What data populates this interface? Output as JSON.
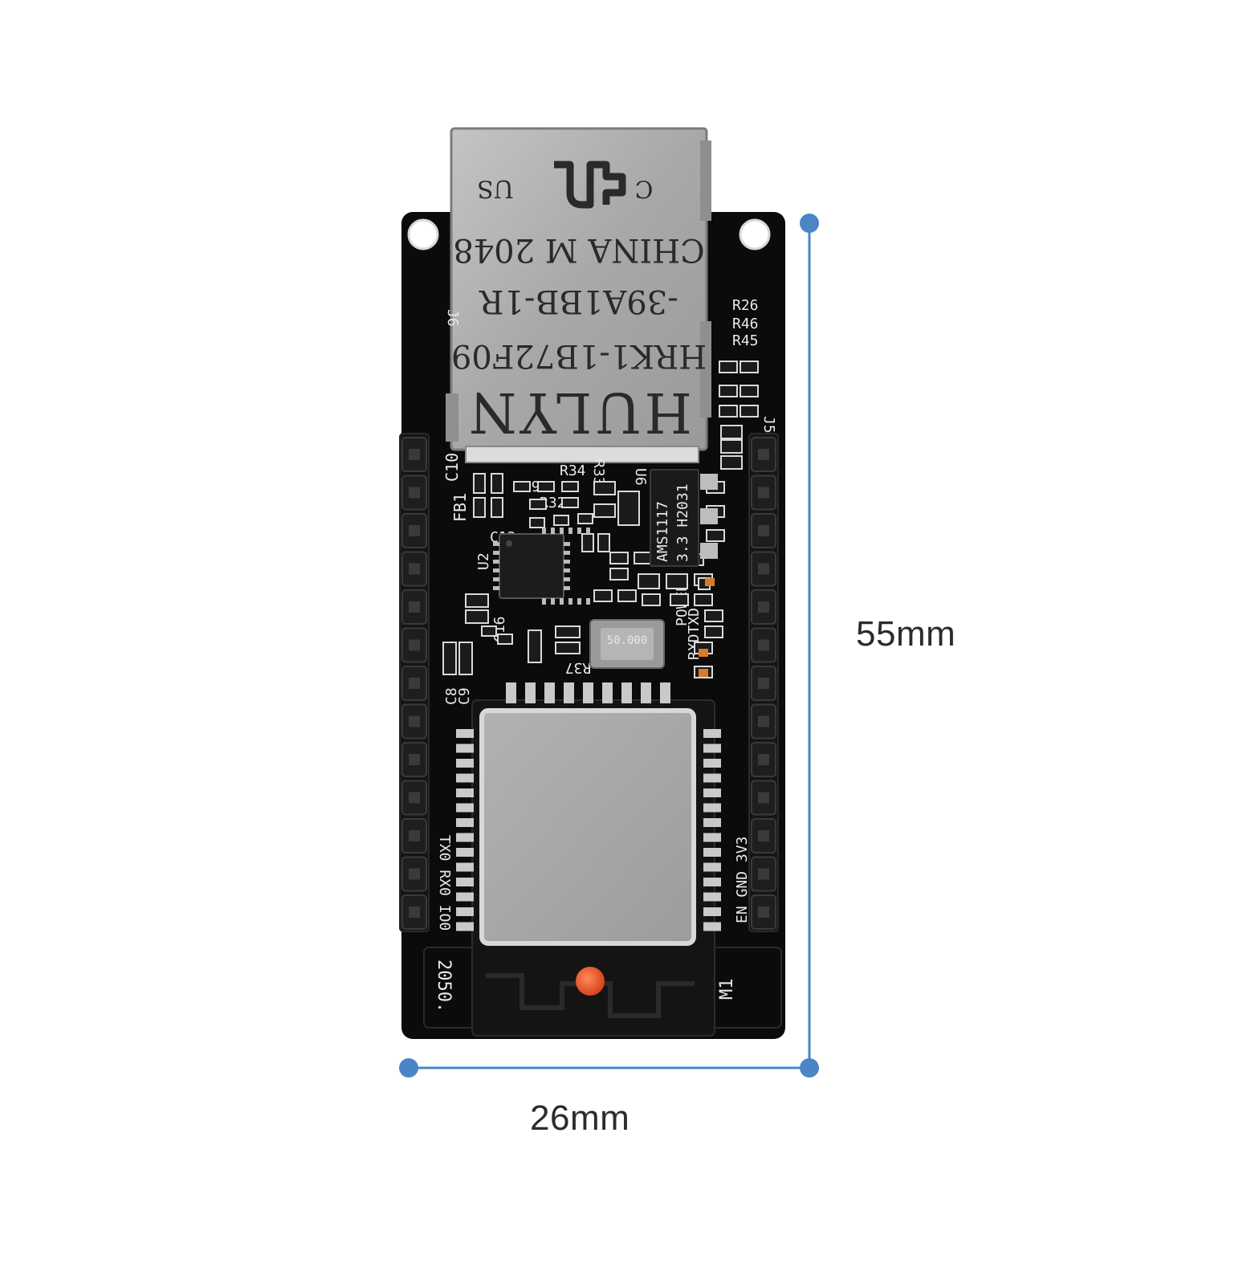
{
  "colors": {
    "pcb": "#0b0b0b",
    "silkscreen": "#e9e9e9",
    "metal": "#a9a9a9",
    "dimension_line": "#4a86c5",
    "led": "#e8562b"
  },
  "dimensions": {
    "height_label": "55mm",
    "width_label": "26mm"
  },
  "ethernet_jack": {
    "cert_left": "US",
    "cert_right": "C",
    "origin_line": "CHINA  M 2048",
    "part_line_1": "-39A1BB-1R",
    "part_line_2": "HRK1-1B72F09",
    "brand": "HULYN"
  },
  "regulator": {
    "line_1": "AMS1117",
    "line_2": "3.3  H2031"
  },
  "crystal": {
    "label": "50.000"
  },
  "silkscreen": {
    "j6": "J6",
    "r26": "R26",
    "r46": "R46",
    "r45": "R45",
    "j5": "J5",
    "c10": "C10",
    "fb1": "FB1",
    "r34": "R34",
    "r33": "R33",
    "u6": "U6",
    "r29": "R29",
    "r32": "R32",
    "c13": "C13",
    "u2": "U2",
    "c16": "C16",
    "r37": "R37",
    "c8": "C8",
    "c9": "C9",
    "power": "POWER",
    "rxd_txd": "RXDTXD",
    "pins_left": "TX0 RX0 IO0",
    "pins_right": "EN GND 3V3",
    "year": "2050.",
    "m1": "M1"
  }
}
